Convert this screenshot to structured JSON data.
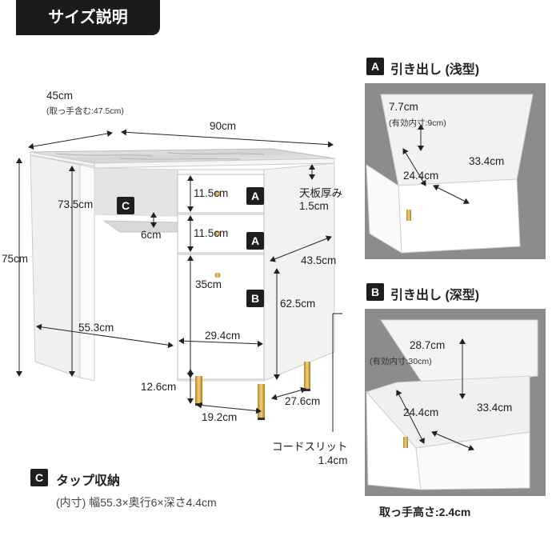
{
  "page_title": "サイズ説明",
  "main": {
    "width": "90cm",
    "depth": "45cm",
    "depth_note": "(取っ手含む:47.5cm)",
    "height": "75cm",
    "inner_height": "73.5cm",
    "drawer_a1": "11.5cm",
    "drawer_a2": "11.5cm",
    "drawer_b": "35cm",
    "drawer_label_a": "A",
    "drawer_label_b": "B",
    "storage_label_c": "C",
    "tap_gap": "6cm",
    "top_thickness": "天板厚み\n1.5cm",
    "side_depth": "43.5cm",
    "cabinet_height": "62.5cm",
    "knee_width": "55.3cm",
    "cabinet_width": "29.4cm",
    "leg_height": "12.6cm",
    "leg_span_w": "19.2cm",
    "leg_span_d": "27.6cm",
    "cord_slit": "コードスリット\n1.4cm"
  },
  "tap_storage": {
    "label": "C",
    "title": "タップ収納",
    "detail": "(内寸) 幅55.3×奥行6×深さ4.4cm"
  },
  "drawer_shallow": {
    "label": "A",
    "title": "引き出し (浅型)",
    "height": "7.7cm",
    "height_note": "(有効内寸:9cm)",
    "width": "24.4cm",
    "depth": "33.4cm"
  },
  "drawer_deep": {
    "label": "B",
    "title": "引き出し (深型)",
    "height": "28.7cm",
    "height_note": "(有効内寸:30cm)",
    "width": "24.4cm",
    "depth": "33.4cm"
  },
  "handle_height": "取っ手高さ:2.4cm"
}
